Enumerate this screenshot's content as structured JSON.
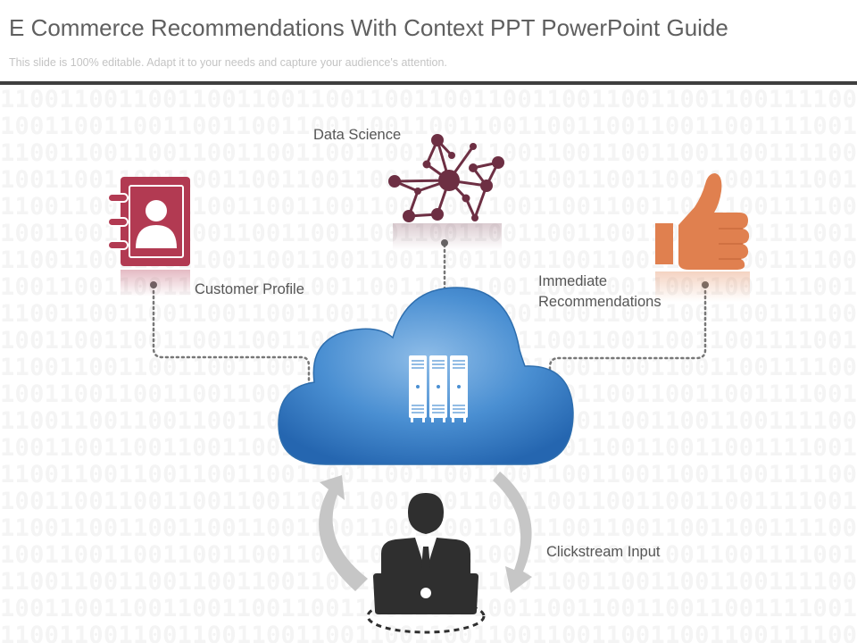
{
  "slide": {
    "title": "E Commerce Recommendations With Context PPT PowerPoint Guide",
    "subtitle": "This slide is 100% editable. Adapt it to your needs and capture your audience's attention."
  },
  "background": {
    "binary_pattern": "110011001100110011001100110011001100110011001100110011"
  },
  "nodes": {
    "data_science": {
      "label": "Data Science",
      "icon": "network-nodes-icon"
    },
    "customer_profile": {
      "label": "Customer Profile",
      "icon": "contact-book-icon"
    },
    "immediate_recommendations": {
      "label_line1": "Immediate",
      "label_line2": "Recommendations",
      "icon": "thumbs-up-icon"
    },
    "clickstream_input": {
      "label": "Clickstream Input",
      "icon": "user-laptop-icon"
    },
    "cloud": {
      "icon": "server-rack-icon"
    }
  },
  "colors": {
    "title": "#5f5f5f",
    "divider": "#3f3f3f",
    "cloud_light": "#7fb0e0",
    "cloud_dark": "#2a6fba",
    "contact_book": "#b23a52",
    "network": "#6d2f43",
    "thumbs_up": "#e0804f",
    "person": "#2f2f2f",
    "arrow": "#c6c6c6"
  }
}
